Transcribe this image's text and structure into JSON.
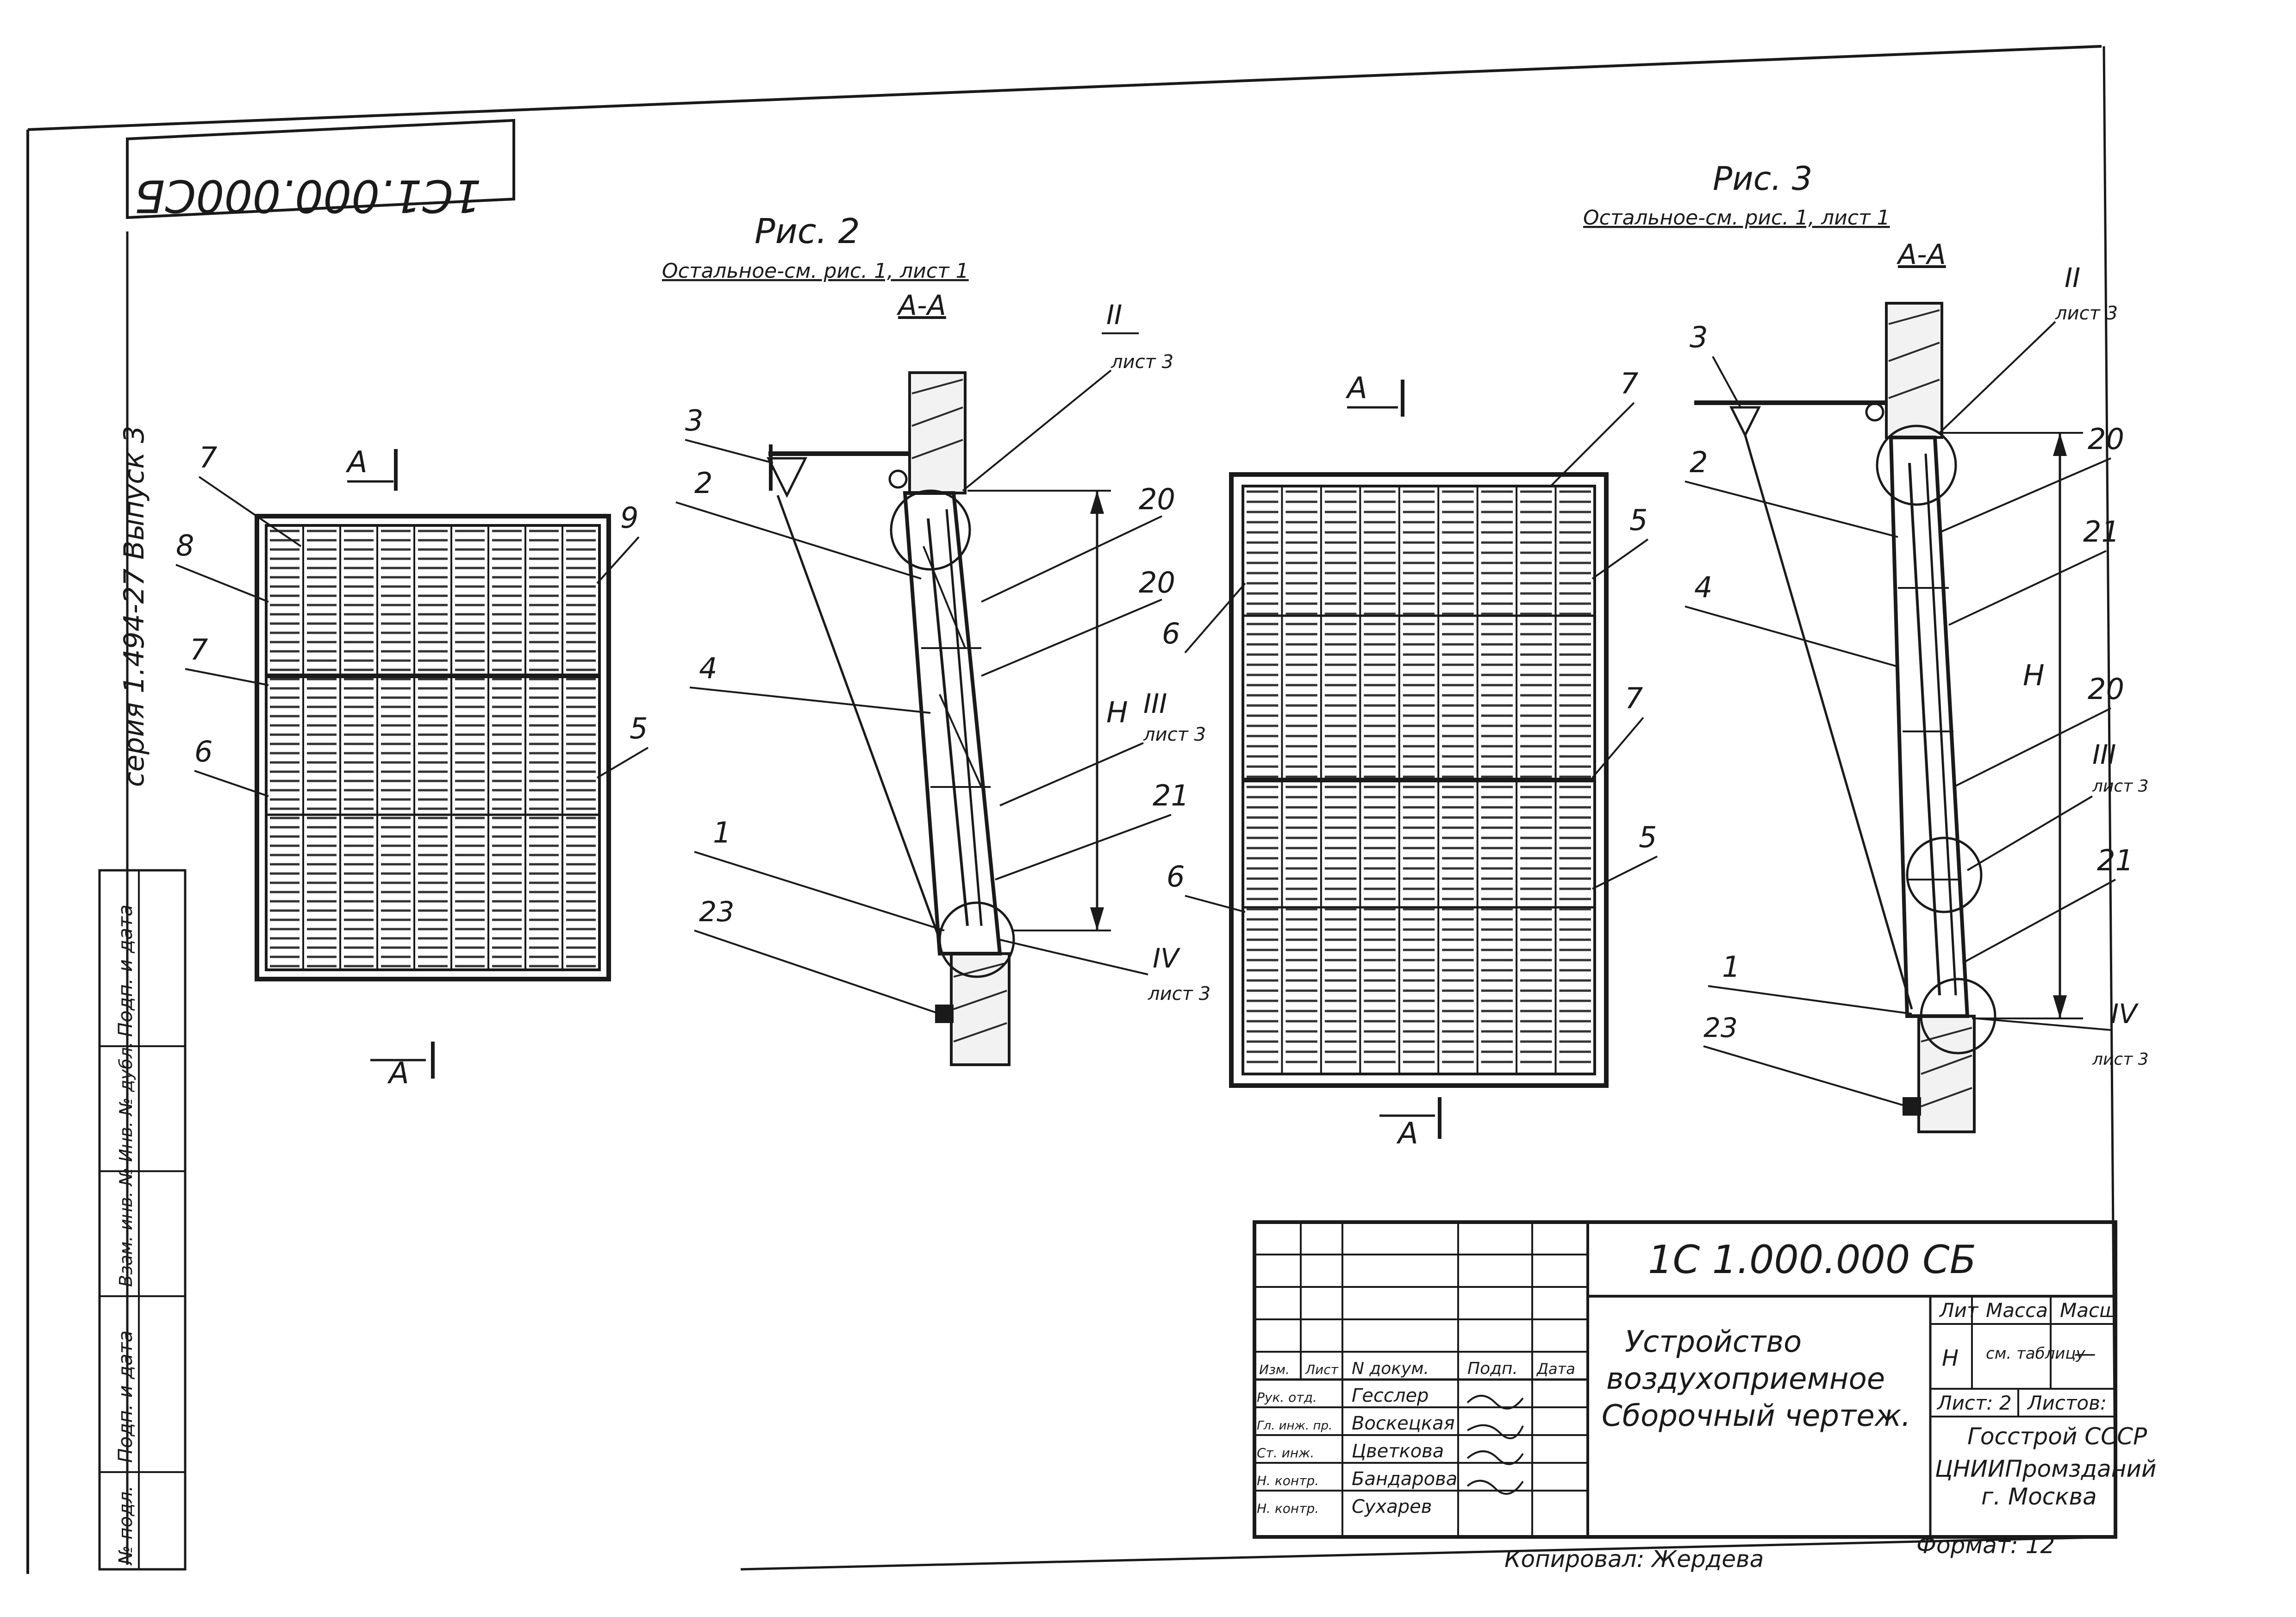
{
  "sheet": {
    "stamp_code": "1С1.000.000СБ",
    "side_series": "серия 1.494-27 Выпуск 3",
    "side_stamp_cells": [
      "Подп. и дата",
      "Инв. № дубл.",
      "Взам. инв. №",
      "Подп. и дата",
      "№ подл."
    ]
  },
  "fig2": {
    "title": "Рис. 2",
    "note": "Остальное-см. рис. 1, лист 1",
    "section": "А-А",
    "section_marks": [
      "А",
      "А"
    ],
    "front_labels": [
      "7",
      "8",
      "7",
      "6",
      "9",
      "5"
    ],
    "section_labels": [
      "3",
      "2",
      "4",
      "1",
      "23",
      "II",
      "лист 3",
      "20",
      "20",
      "III",
      "лист 3",
      "21",
      "IV",
      "лист 3",
      "H"
    ]
  },
  "fig3": {
    "title": "Рис. 3",
    "note": "Остальное-см. рис. 1, лист 1",
    "section": "А-А",
    "section_marks": [
      "А",
      "А"
    ],
    "front_labels": [
      "7",
      "5",
      "6",
      "7",
      "5",
      "6"
    ],
    "section_labels": [
      "3",
      "2",
      "4",
      "1",
      "23",
      "II",
      "лист 3",
      "20",
      "21",
      "20",
      "III",
      "лист 3",
      "21",
      "IV",
      "лист 3",
      "H"
    ]
  },
  "title_block": {
    "code": "1С 1.000.000 СБ",
    "name_line1": "Устройство",
    "name_line2": "воздухоприемное",
    "name_line3": "Сборочный чертеж.",
    "lit_header": "Лит",
    "mass_header": "Масса",
    "scale_header": "Масш",
    "lit_value": "Н",
    "mass_value": "см. таблицу",
    "scale_value": "—",
    "sheet_label": "Лист: 2",
    "sheets_label": "Листов:",
    "org_line1": "Госстрой СССР",
    "org_line2": "ЦНИИПромзданий",
    "org_line3": "г. Москва",
    "col_headers": [
      "Изм.",
      "Лист",
      "N докум.",
      "Подп.",
      "Дата"
    ],
    "role_rows": [
      {
        "role": "Рук. отд.",
        "name": "Гесслер"
      },
      {
        "role": "Гл. инж. пр.",
        "name": "Воскецкая"
      },
      {
        "role": "Ст. инж.",
        "name": "Цветкова"
      },
      {
        "role": "Н. контр.",
        "name": "Бандарова"
      },
      {
        "role": "Н. контр.",
        "name": "Сухарев"
      }
    ],
    "copied_by": "Копировал: Жердева",
    "format": "Формат: 12"
  }
}
